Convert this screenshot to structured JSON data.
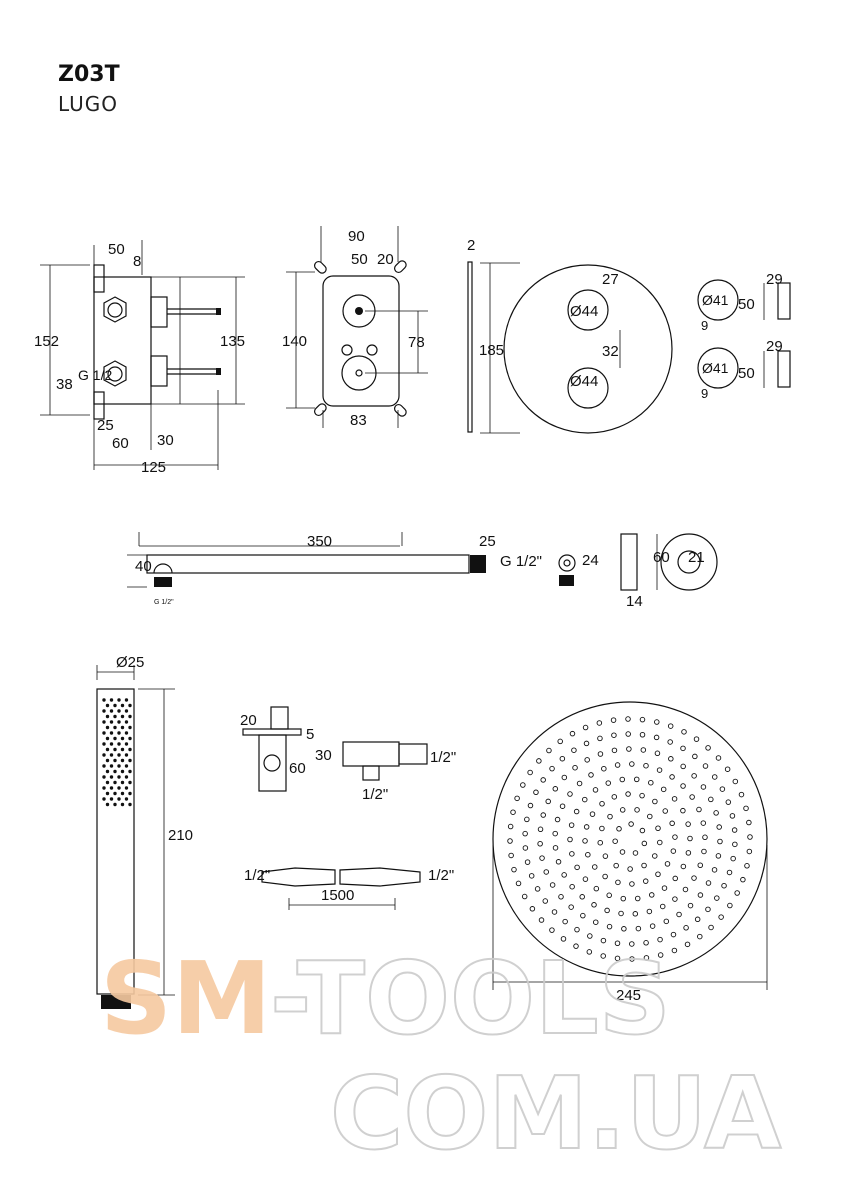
{
  "header": {
    "model_code": "Z03T",
    "model_name": "LUGO"
  },
  "dims": {
    "box": {
      "d50": "50",
      "d8": "8",
      "d152": "152",
      "d135": "135",
      "g12": "G 1/2",
      "d38": "38",
      "d25": "25",
      "d60": "60",
      "d30": "30",
      "d125": "125"
    },
    "frame": {
      "d90": "90",
      "d50": "50",
      "d20": "20",
      "d140": "140",
      "d78": "78",
      "d83": "83"
    },
    "plate": {
      "d2": "2",
      "d185": "185",
      "d27": "27",
      "d44a": "Ø44",
      "d32": "32",
      "d44b": "Ø44"
    },
    "knobs": {
      "d41a": "Ø41",
      "d50a": "50",
      "d29a": "29",
      "d9a": "9",
      "d41b": "Ø41",
      "d50b": "50",
      "d29b": "29",
      "d9b": "9"
    },
    "arm": {
      "d350": "350",
      "d25": "25",
      "g12": "G 1/2\"",
      "d40": "40",
      "g12small": "G 1/2\"",
      "d24": "24",
      "d60": "60",
      "d21": "21",
      "d14": "14"
    },
    "hand": {
      "d25": "Ø25",
      "d210": "210"
    },
    "holder": {
      "d20": "20",
      "d5": "5",
      "d60": "60",
      "d30": "30",
      "h12a": "1/2\"",
      "h12b": "1/2\""
    },
    "hose": {
      "h12a": "1/2\"",
      "h12b": "1/2\"",
      "d1500": "1500"
    },
    "head": {
      "d245": "245"
    }
  },
  "watermark": {
    "line1_a": "SM",
    "line1_b": "-TOOLS",
    "line2": "COM.UA",
    "accent": "#f6c9a0"
  }
}
